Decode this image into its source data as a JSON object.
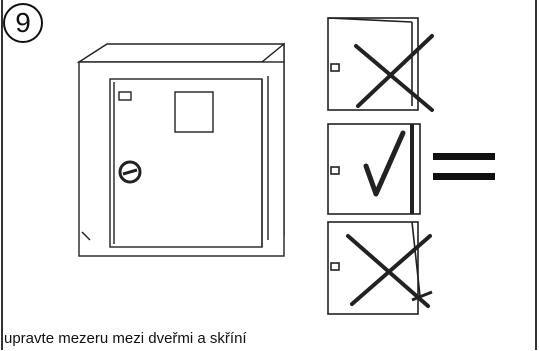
{
  "step": {
    "number": "9"
  },
  "caption": {
    "text": "upravte mezeru mezi dveřmi a skříní"
  },
  "panels": [
    {
      "id": "gap-too-wide",
      "verdict": "incorrect",
      "mark": "cross-icon"
    },
    {
      "id": "gap-correct",
      "verdict": "correct",
      "mark": "check-icon"
    },
    {
      "id": "gap-too-narrow",
      "verdict": "incorrect",
      "mark": "cross-icon"
    }
  ],
  "colors": {
    "line": "#222222",
    "fill": "#ffffff"
  }
}
